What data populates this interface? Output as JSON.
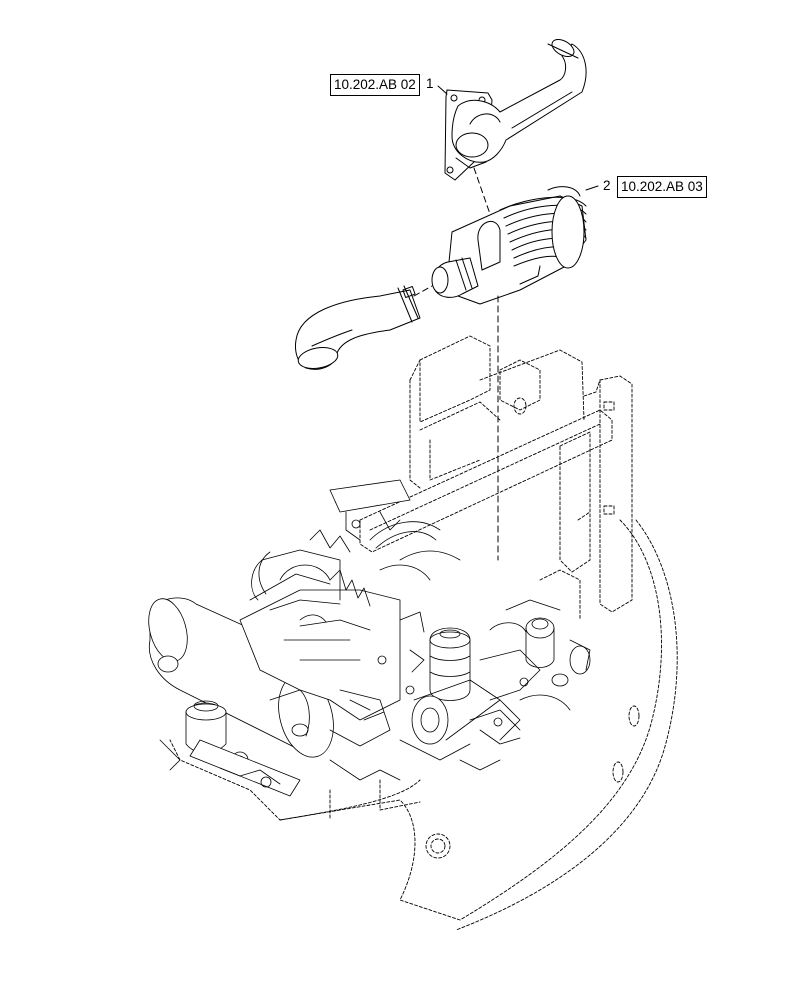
{
  "callouts": [
    {
      "number": "1",
      "reference": "10.202.AB 02",
      "part": "air-intake-elbow"
    },
    {
      "number": "2",
      "reference": "10.202.AB 03",
      "part": "air-filter"
    }
  ],
  "line_color": "#000000",
  "background": "#ffffff"
}
